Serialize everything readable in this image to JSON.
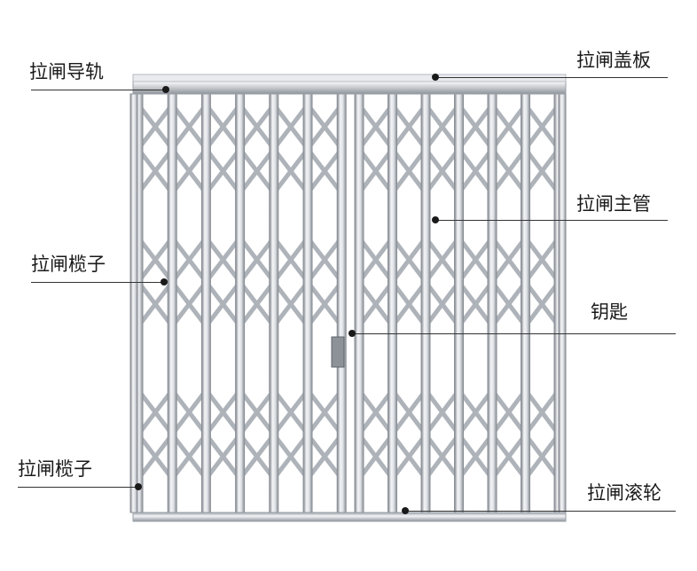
{
  "labels": {
    "rail": "拉闸导轨",
    "cover": "拉闸盖板",
    "main_tube": "拉闸主管",
    "lattice_1": "拉闸榄子",
    "key": "钥匙",
    "lattice_2": "拉闸榄子",
    "roller": "拉闸滚轮"
  },
  "colors": {
    "metal_light": "#f3f4f6",
    "metal_mid": "#c9ccd1",
    "metal_dark": "#7d828a",
    "text": "#1a1a1a",
    "leader": "#333333"
  }
}
